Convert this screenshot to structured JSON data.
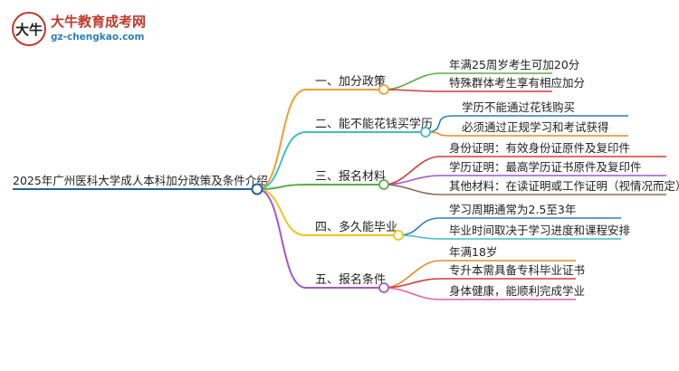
{
  "brand": {
    "logo_text": "大牛",
    "title": "大牛教育成考网",
    "url": "gz-chengkao.com"
  },
  "mindmap": {
    "root": "2025年广州医科大学成人本科加分政策及条件介绍",
    "branches": [
      {
        "label": "一、加分政策",
        "color": "#f39c34",
        "children": [
          {
            "label": "年满25周岁考生可加20分",
            "color": "#5cad47"
          },
          {
            "label": "特殊群体考生享有相应加分",
            "color": "#d83a3a"
          }
        ]
      },
      {
        "label": "二、能不能花钱买学历",
        "color": "#3fbfc5",
        "children": [
          {
            "label": "学历不能通过花钱购买",
            "color": "#2a7fc1"
          },
          {
            "label": "必须通过正规学习和考试获得",
            "color": "#e8892a"
          }
        ]
      },
      {
        "label": "三、报名材料",
        "color": "#5cad47",
        "children": [
          {
            "label": "身份证明：有效身份证原件及复印件",
            "color": "#d83a3a"
          },
          {
            "label": "学历证明：最高学历证书原件及复印件",
            "color": "#a657c5"
          },
          {
            "label": "其他材料：在读证明或工作证明（视情况而定）",
            "color": "#8b6a55"
          }
        ]
      },
      {
        "label": "四、多久能毕业",
        "color": "#f0c419",
        "children": [
          {
            "label": "学习周期通常为2.5至3年",
            "color": "#2a7fc1"
          },
          {
            "label": "毕业时间取决于学习进度和课程安排",
            "color": "#3fbfc5"
          }
        ]
      },
      {
        "label": "五、报名条件",
        "color": "#a657c5",
        "children": [
          {
            "label": "年满18岁",
            "color": "#e8892a"
          },
          {
            "label": "专升本需具备专科毕业证书",
            "color": "#d83a3a"
          },
          {
            "label": "身体健康，能顺利完成学业",
            "color": "#ea5fa3"
          }
        ]
      }
    ]
  }
}
